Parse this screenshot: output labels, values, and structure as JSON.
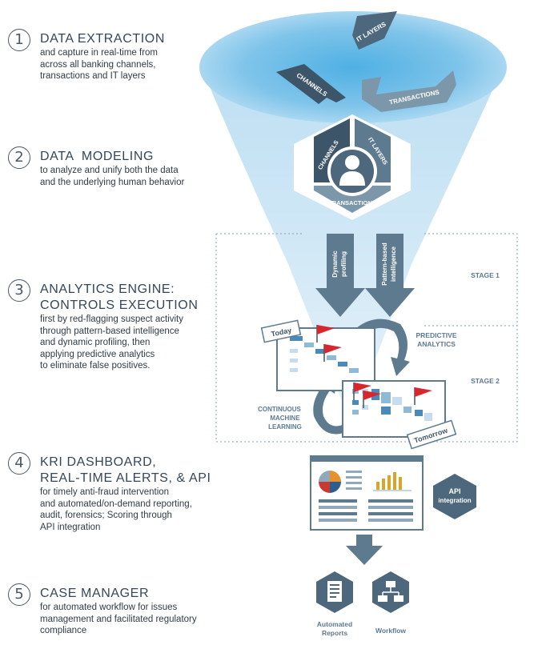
{
  "steps": [
    {
      "number": "1",
      "title": "DATA EXTRACTION",
      "title2": "",
      "desc": [
        "and capture in real-time from",
        "across all banking channels,",
        "transactions and IT layers"
      ]
    },
    {
      "number": "2",
      "title": "DATA  MODELING",
      "title2": "",
      "desc": [
        "to analyze and unify both the data",
        "and the underlying human behavior"
      ]
    },
    {
      "number": "3",
      "title": "ANALYTICS ENGINE:",
      "title2": "CONTROLS EXECUTION",
      "desc": [
        "first by red-flagging suspect activity",
        "through pattern-based intelligence",
        "and dynamic profiling, then",
        "applying predictive analytics",
        "to eliminate false positives."
      ]
    },
    {
      "number": "4",
      "title": "KRI DASHBOARD,",
      "title2": "REAL-TIME ALERTS, & API",
      "desc": [
        "for timely anti-fraud intervention",
        "and automated/on-demand reporting,",
        "audit, forensics; Scoring through",
        "API integration"
      ]
    },
    {
      "number": "5",
      "title": "CASE MANAGER",
      "title2": "",
      "desc": [
        "for automated workflow for issues",
        "management and facilitated regulatory",
        "compliance"
      ]
    }
  ],
  "funnel": {
    "pieces": {
      "it_layers": "IT LAYERS",
      "channels": "CHANNELS",
      "transactions": "TRANSACTIONS"
    },
    "hex": {
      "channels": "CHANNELS",
      "it_layers": "IT LAYERS",
      "transactions": "TRANSACTIONS"
    },
    "arrows": {
      "dynamic_line1": "Dynamic",
      "dynamic_line2": "profiling",
      "pattern_line1": "Pattern-based",
      "pattern_line2": "intelligence"
    },
    "stage1": "STAGE 1",
    "stage2": "STAGE 2",
    "predictive_line1": "PREDICTIVE",
    "predictive_line2": "ANALYTICS",
    "continuous_line1": "CONTINUOUS",
    "continuous_line2": "MACHINE",
    "continuous_line3": "LEARNING",
    "today": "Today",
    "tomorrow": "Tomorrow",
    "api_line1": "API",
    "api_line2": "integration",
    "automated_line1": "Automated",
    "automated_line2": "Reports",
    "workflow": "Workflow"
  },
  "colors": {
    "dark_slate": "#3d5568",
    "mid_slate": "#5d7a8f",
    "light_slate": "#8fa9bb",
    "funnel_light": "#cfe6f4",
    "funnel_dark": "#7ec3e8",
    "flag_red": "#d9262c",
    "text_blue": "#5a7a95",
    "pie_orange": "#e6912b",
    "pie_blue": "#2d5d8c",
    "pie_red": "#c63a32",
    "bar_gold": "#d7a52a"
  }
}
